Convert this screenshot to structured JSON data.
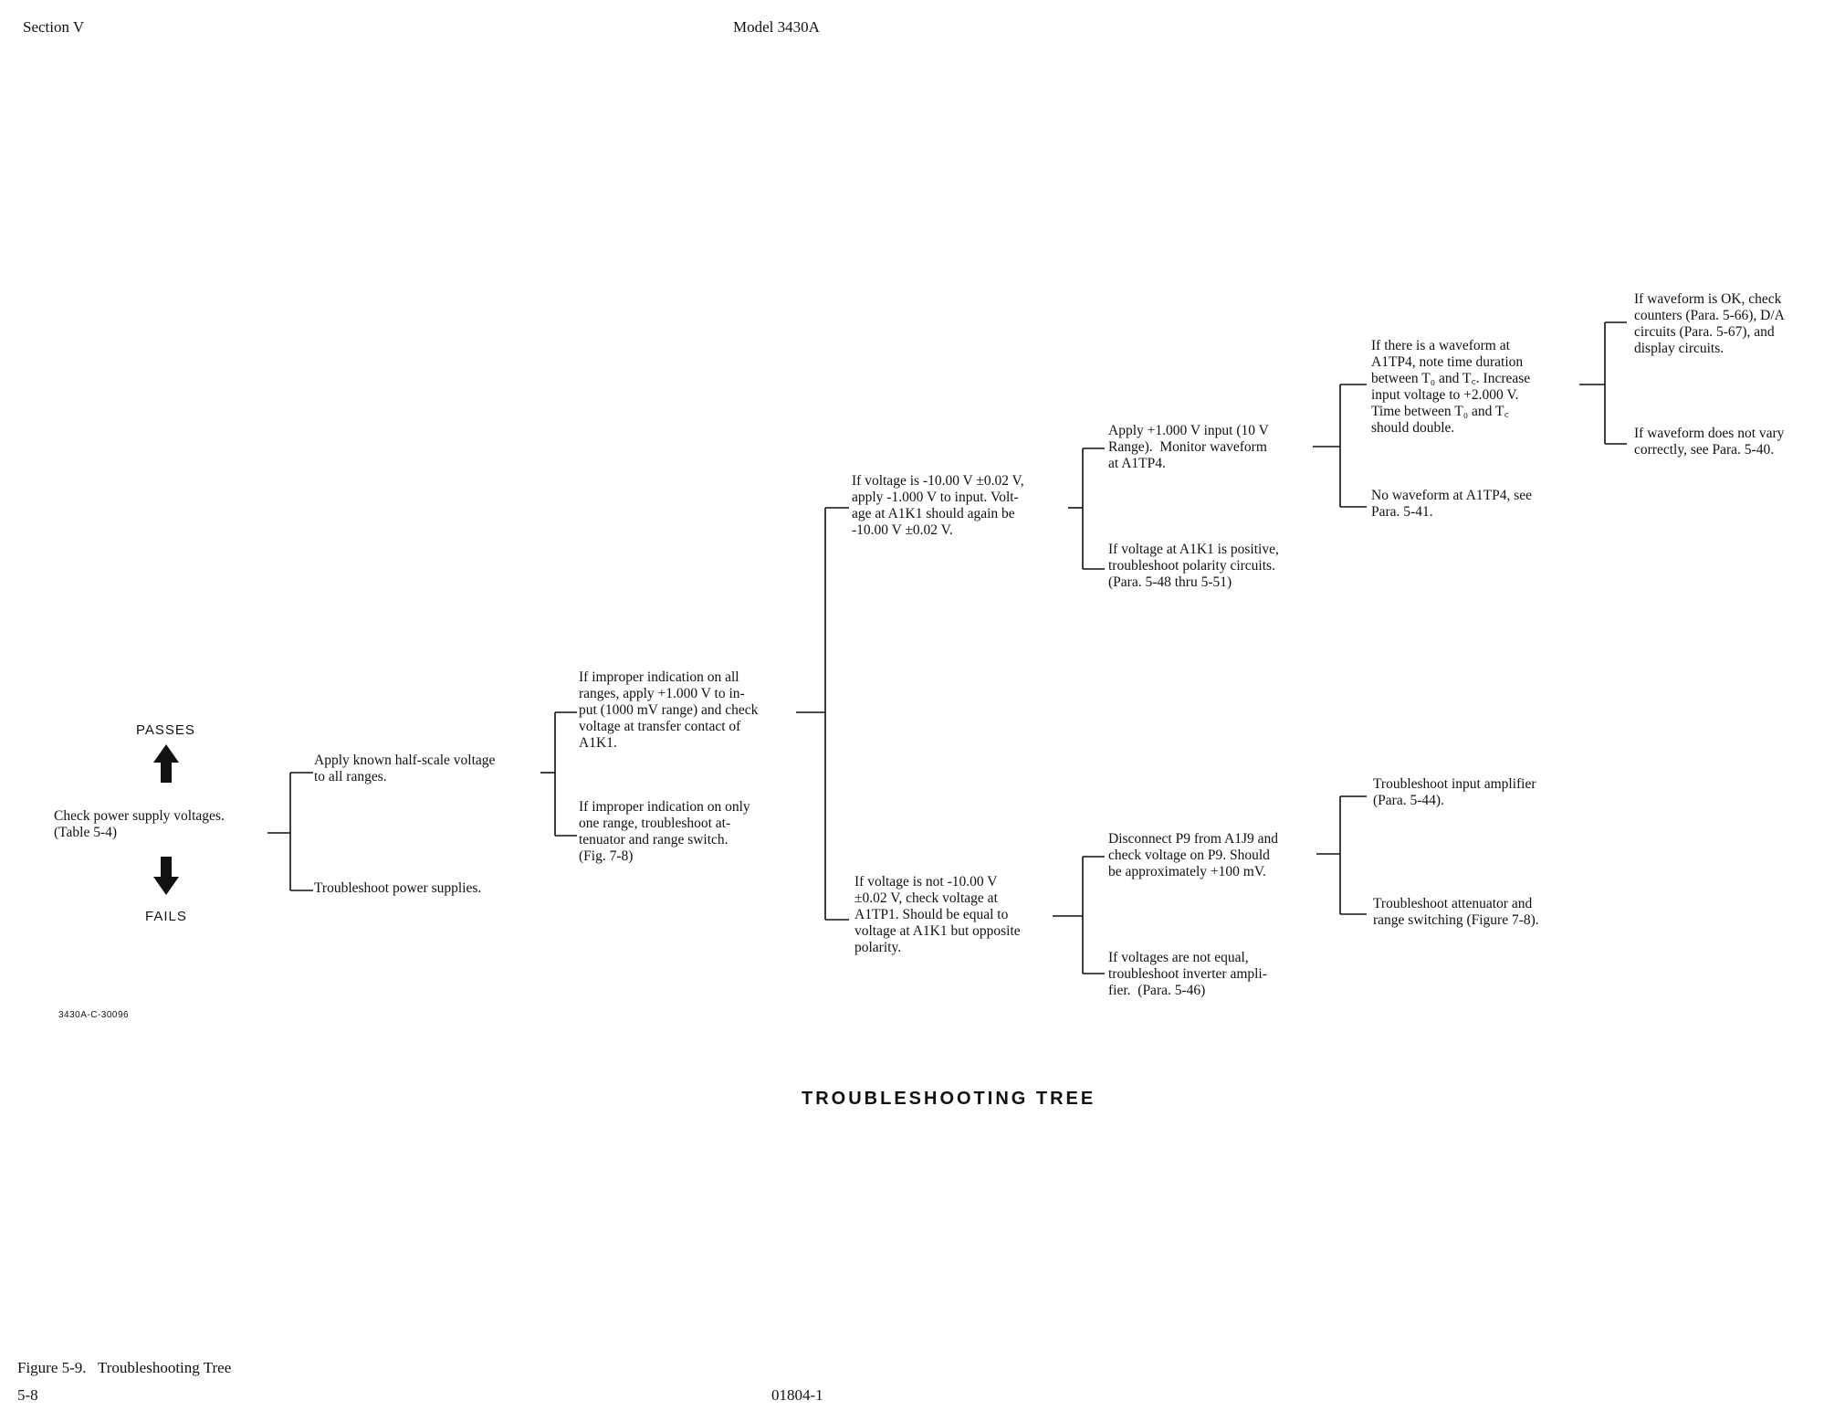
{
  "header": {
    "section": "Section V",
    "model": "Model 3430A"
  },
  "labels": {
    "passes": "PASSES",
    "fails": "FAILS",
    "drawing_code": "3430A-C-30096",
    "tree_title": "TROUBLESHOOTING TREE"
  },
  "nodes": {
    "root": "Check power supply voltages.\n(Table 5-4)",
    "half_scale": "Apply known half-scale voltage\nto all ranges.",
    "troubleshoot_ps": "Troubleshoot power supplies.",
    "improper_all": "If improper indication on all\nranges, apply +1.000 V to in-\nput (1000 mV range) and check\nvoltage at transfer contact of\nA1K1.",
    "improper_one": "If improper indication on only\none range, troubleshoot at-\ntenuator and range switch.\n(Fig. 7-8)",
    "v_is_minus10": "If voltage is -10.00 V ±0.02 V,\napply -1.000 V to input. Volt-\nage at A1K1 should again be\n-10.00 V ±0.02 V.",
    "v_not_minus10": "If voltage is not -10.00 V\n±0.02 V, check voltage at\nA1TP1. Should be equal to\nvoltage at A1K1 but opposite\npolarity.",
    "apply_plus1": "Apply +1.000 V input (10 V\nRange).  Monitor waveform\nat A1TP4.",
    "positive_polarity": "If voltage at A1K1 is positive,\ntroubleshoot polarity circuits.\n(Para. 5-48 thru 5-51)",
    "disconnect_p9": "Disconnect P9 from A1J9 and\ncheck voltage on P9. Should\nbe approximately +100 mV.",
    "not_equal": "If voltages are not equal,\ntroubleshoot inverter ampli-\nfier.  (Para. 5-46)",
    "waveform_at_tp4": "If there is a waveform at\nA1TP4, note time duration\nbetween T₀ and T꜀. Increase\ninput voltage to +2.000 V.\nTime between T₀ and T꜀\nshould double.",
    "no_waveform": "No waveform at A1TP4, see\nPara. 5-41.",
    "input_amp": "Troubleshoot input amplifier\n(Para. 5-44).",
    "attenuator": "Troubleshoot attenuator and\nrange switching (Figure 7-8).",
    "waveform_ok": "If waveform is OK, check\ncounters (Para. 5-66), D/A\ncircuits (Para. 5-67), and\ndisplay circuits.",
    "waveform_vary": "If waveform does not vary\ncorrectly, see Para. 5-40."
  },
  "footer": {
    "caption": "Figure 5-9.   Troubleshooting Tree",
    "page": "5-8",
    "doc_number": "01804-1"
  },
  "colors": {
    "ink": "#111111",
    "paper": "#ffffff"
  }
}
